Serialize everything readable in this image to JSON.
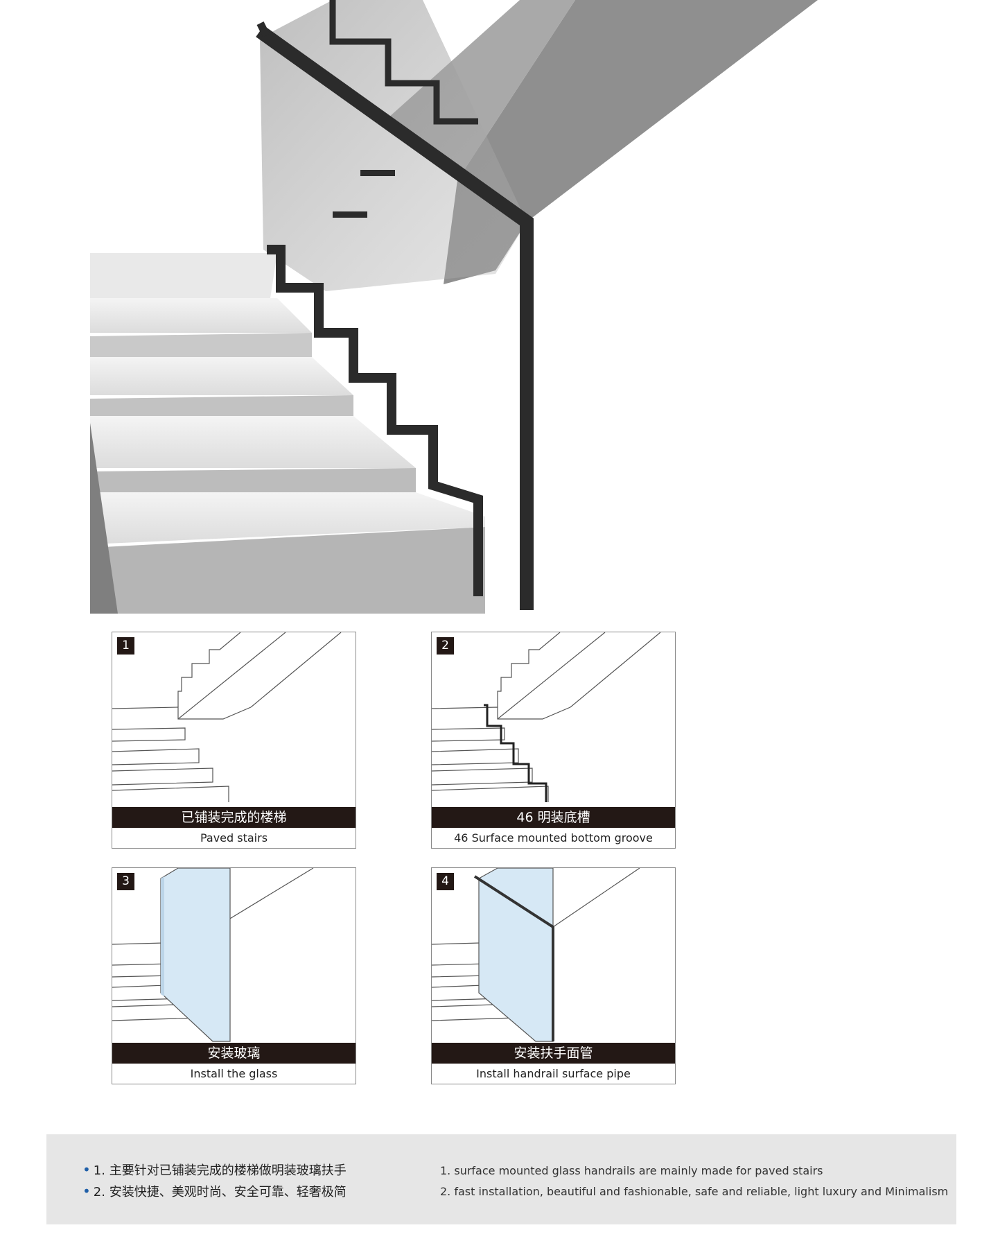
{
  "steps": [
    {
      "number": "1",
      "title_cn": "已铺装完成的楼梯",
      "title_en": "Paved stairs"
    },
    {
      "number": "2",
      "title_cn": "46 明装底槽",
      "title_en": "46 Surface mounted bottom groove"
    },
    {
      "number": "3",
      "title_cn": "安装玻璃",
      "title_en": "Install the glass"
    },
    {
      "number": "4",
      "title_cn": "安装扶手面管",
      "title_en": "Install handrail surface pipe"
    }
  ],
  "notes_cn": [
    "1. 主要针对已铺装完成的楼梯做明装玻璃扶手",
    "2. 安装快捷、美观时尚、安全可靠、轻奢极简"
  ],
  "notes_en": [
    "1. surface mounted glass handrails are mainly made for paved stairs",
    "2. fast installation, beautiful and fashionable, safe and reliable, light luxury and Minimalism"
  ],
  "colors": {
    "rail": "#2b2b2b",
    "label_bg": "#231815",
    "notes_bg": "#e6e6e6",
    "bullet": "#1f5fa8"
  }
}
